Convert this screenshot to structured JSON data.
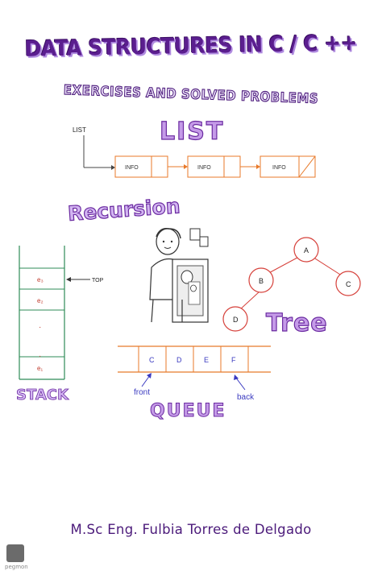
{
  "cover": {
    "title": "DATA STRUCTURES IN C / C ++",
    "subtitle": "EXERCISES AND SOLVED PROBLEMS",
    "author": "M.Sc Eng. Fulbia Torres de Delgado"
  },
  "list_section": {
    "heading": "LIST",
    "pointer_label": "LIST",
    "nodes": [
      "INFO",
      "INFO",
      "INFO"
    ]
  },
  "recursion_section": {
    "heading": "Recursion"
  },
  "stack_section": {
    "heading": "STACK",
    "top_label": "TOP",
    "cells": [
      "e₃",
      "e₂",
      "·",
      "·",
      "e₁"
    ]
  },
  "tree_section": {
    "heading": "Tree",
    "nodes": [
      "A",
      "B",
      "C",
      "D"
    ]
  },
  "queue_section": {
    "heading": "QUEUE",
    "cells": [
      "C",
      "D",
      "E",
      "F"
    ],
    "front_label": "front",
    "back_label": "back"
  },
  "colors": {
    "accent_purple": "#6a2aa0",
    "arrow_orange": "#e87a2a",
    "stack_line": "#2e8b57",
    "tree_circle": "#d6403a"
  },
  "watermark": {
    "label": "pegmon"
  }
}
